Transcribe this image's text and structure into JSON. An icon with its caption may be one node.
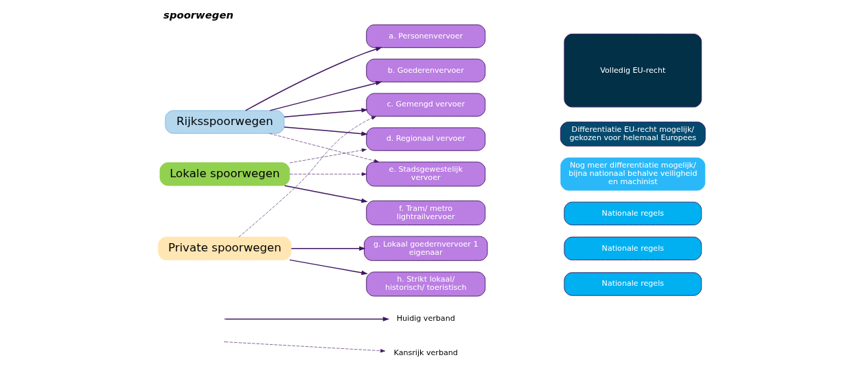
{
  "diagram": {
    "title": "spoorwegen",
    "nodes": [
      {
        "text": [
          "Rijksspoorwegen"
        ]
      },
      {
        "text": [
          "Lokale spoorwegen"
        ]
      },
      {
        "text": [
          "Private spoorwegen"
        ]
      },
      {
        "text": [
          "a. Personenvervoer"
        ]
      },
      {
        "text": [
          "b. Goederenvervoer"
        ]
      },
      {
        "text": [
          "c. Gemengd vervoer"
        ]
      },
      {
        "text": [
          "d. Regionaal vervoer"
        ]
      },
      {
        "text": [
          "e. Stadsgewestelijk vervoer"
        ]
      },
      {
        "text": [
          "f. Tram/ metro lightrailvervoer"
        ]
      },
      {
        "text": [
          "g. Lokaal goedernvervoer 1 eigenaar"
        ]
      },
      {
        "text": [
          "h. Strikt lokaal/ historisch/ toeristisch"
        ]
      },
      {
        "text": [
          "Volledig EU-recht"
        ]
      },
      {
        "text": [
          "Differentiatie EU-recht mogelijk/ gekozen voor helemaal Europees"
        ]
      },
      {
        "text": [
          "Nog meer differentiatie mogelijk/ bijna nationaal behalve veiligheid en machinist"
        ]
      },
      {
        "text": [
          "Nationale regels"
        ]
      },
      {
        "text": [
          "Nationale regels"
        ]
      },
      {
        "text": [
          "Nationale regels"
        ]
      }
    ],
    "edges": [
      {
        "from": 0,
        "to": 3,
        "arrow": "to"
      },
      {
        "from": 0,
        "to": 4,
        "arrow": "to"
      },
      {
        "from": 0,
        "to": 5,
        "arrow": "to"
      },
      {
        "from": 0,
        "to": 6,
        "arrow": "to"
      },
      {
        "from": 0,
        "to": 7,
        "arrow": "to",
        "style": "dashed"
      },
      {
        "from": 1,
        "to": 6,
        "arrow": "to",
        "style": "dashed"
      },
      {
        "from": 1,
        "to": 7,
        "arrow": "to",
        "style": "dashed"
      },
      {
        "from": 1,
        "to": 8,
        "arrow": "to"
      },
      {
        "from": 2,
        "to": 5,
        "arrow": "to",
        "style": "dashed"
      },
      {
        "from": 2,
        "to": 9,
        "arrow": "to"
      },
      {
        "from": 2,
        "to": 10,
        "arrow": "to"
      }
    ],
    "legend": [
      {
        "text": "Huidig verband"
      },
      {
        "text": "Kansrijk verband"
      }
    ]
  }
}
